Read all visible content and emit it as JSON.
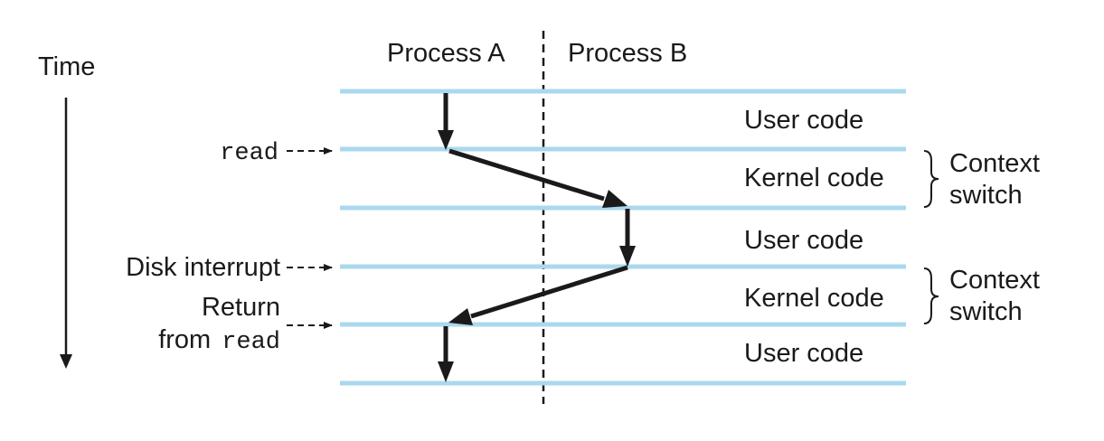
{
  "diagram": {
    "time_label": "Time",
    "process_a": "Process A",
    "process_b": "Process B",
    "segments": [
      {
        "label": "User code"
      },
      {
        "label": "Kernel code"
      },
      {
        "label": "User code"
      },
      {
        "label": "Kernel code"
      },
      {
        "label": "User code"
      }
    ],
    "events": {
      "read": "read",
      "disk_interrupt": "Disk interrupt",
      "return_line1": "Return",
      "return_from": "from",
      "return_read": "read"
    },
    "context_switches": [
      {
        "line1": "Context",
        "line2": "switch"
      },
      {
        "line1": "Context",
        "line2": "switch"
      }
    ],
    "colors": {
      "boundary_line": "#aad8ee",
      "ink": "#1a1a1a"
    }
  }
}
